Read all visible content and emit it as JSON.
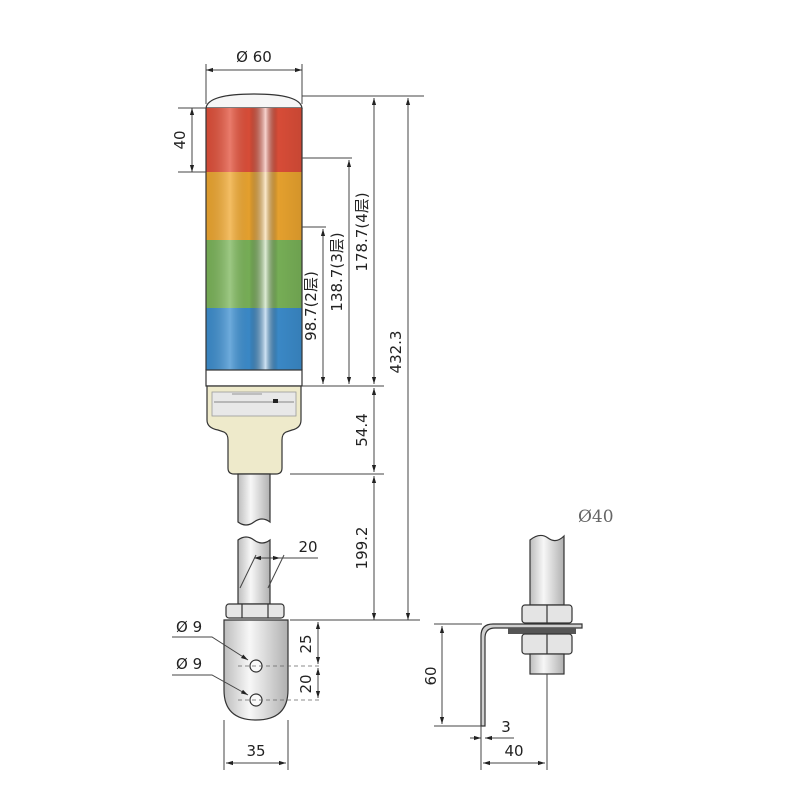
{
  "diagram": {
    "title": "Signal tower light dimension drawing",
    "colors": {
      "red": "#e2503a",
      "amber": "#f0a830",
      "green": "#7cb65a",
      "blue": "#3d8fd0",
      "cap": "#f4f4f4",
      "base": "#eeeacb",
      "pole": "#d8d8d8"
    },
    "tiers": [
      "red",
      "amber",
      "green",
      "blue"
    ],
    "dimensions": {
      "diameter_top": "Ø 60",
      "tier_height": "40",
      "h_2_tier": "98.7(2层)",
      "h_3_tier": "138.7(3层)",
      "h_4_tier": "178.7(4层)",
      "overall_height": "432.3",
      "base_height": "54.4",
      "pole_length": "199.2",
      "pole_diameter": "20",
      "hole_1": "Ø 9",
      "hole_2": "Ø 9",
      "hole_offset_top": "25",
      "hole_spacing": "20",
      "bracket_width": "35",
      "side_diameter": "Ø40",
      "side_bracket_height": "60",
      "side_bracket_thickness": "3",
      "side_bracket_depth": "40"
    }
  }
}
